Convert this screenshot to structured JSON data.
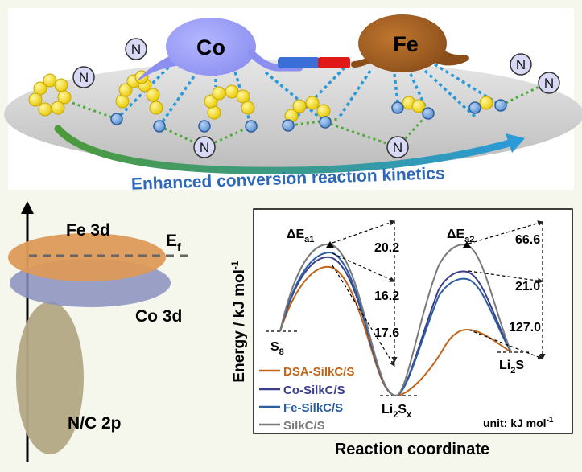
{
  "top": {
    "metal_left": "Co",
    "metal_right": "Fe",
    "nitrogen": "N",
    "caption": "Enhanced conversion reaction kinetics"
  },
  "dos": {
    "fe_label": "Fe 3d",
    "co_label": "Co 3d",
    "nc_label": "N/C 2p",
    "ef_main": "E",
    "ef_sub": "f",
    "colors": {
      "fe": "#dd9a5a",
      "co": "#8a8fc0",
      "nc": "#b3a884"
    }
  },
  "chart": {
    "ylabel": "Energy / kJ mol",
    "ylabel_sup": "-1",
    "xlabel": "Reaction coordinate",
    "ea1_delta": "ΔE",
    "ea1_sub": "a1",
    "ea2_delta": "ΔE",
    "ea2_sub": "a2",
    "val_202": "20.2",
    "val_162": "16.2",
    "val_176": "17.6",
    "val_666": "66.6",
    "val_210": "21.0",
    "val_1270": "127.0",
    "s8_main": "S",
    "s8_sub": "8",
    "li2sx_a": "Li",
    "li2sx_b": "2",
    "li2sx_c": "S",
    "li2sx_d": "x",
    "li2s_a": "Li",
    "li2s_b": "2",
    "li2s_c": "S",
    "unit_main": "unit: kJ mol",
    "unit_sup": "-1",
    "legend": [
      {
        "label": "DSA-SilkC/S",
        "color": "#c0651a"
      },
      {
        "label": "Co-SilkC/S",
        "color": "#3a3f8c"
      },
      {
        "label": "Fe-SilkC/S",
        "color": "#2d5fa0"
      },
      {
        "label": "SilkC/S",
        "color": "#7a7a7a"
      }
    ]
  }
}
